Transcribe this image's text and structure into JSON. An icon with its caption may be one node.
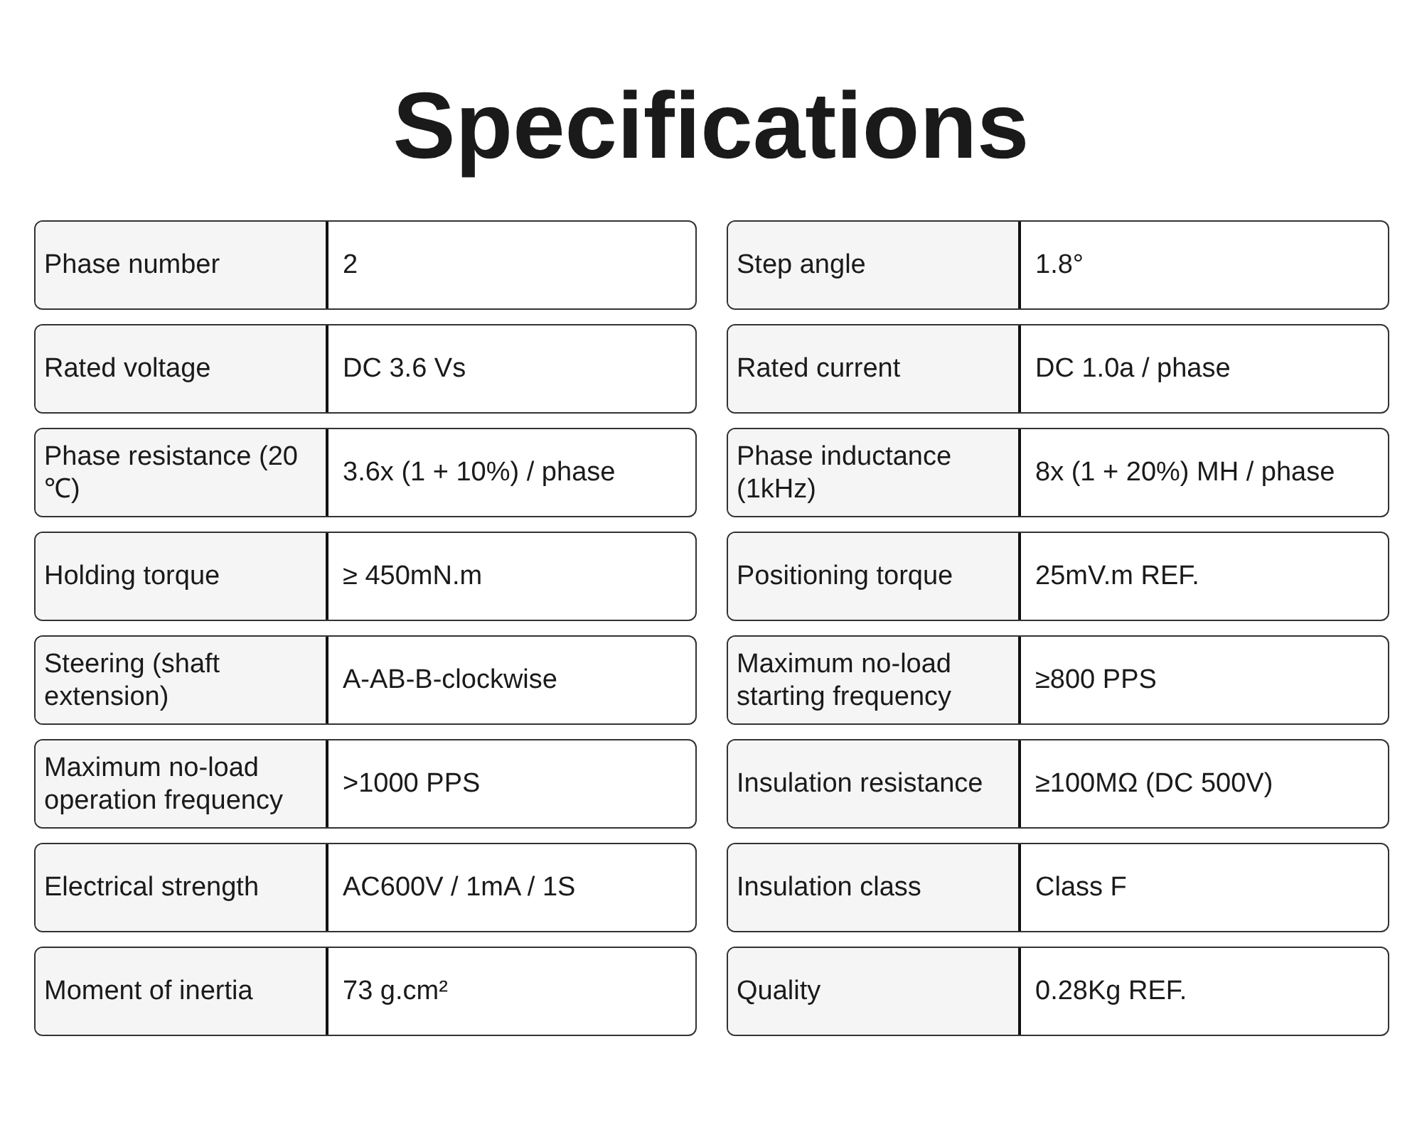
{
  "diagram": {
    "title": "Specifications",
    "labels": [
      "Phase number",
      "2",
      "Step angle",
      "1.8°",
      "Rated voltage",
      "DC 3.6 Vs",
      "Rated current",
      "DC 1.0a / phase",
      "Phase resistance (20 ℃)",
      "3.6x (1 + 10%) / phase",
      "Phase inductance (1kHz)",
      "8x (1 + 20%) MH / phase",
      "Holding torque",
      "≥ 450mN.m",
      "Positioning torque",
      "25mV.m REF.",
      "Steering (shaft extension)",
      "A-AB-B-clockwise",
      "Maximum no-load starting frequency",
      "≥800 PPS",
      "Maximum no-load operation frequency",
      ">1000 PPS",
      "Insulation resistance",
      "≥100MΩ (DC 500V)",
      "Electrical strength",
      "AC600V / 1mA / 1S",
      "Insulation class",
      "Class F",
      "Moment of inertia",
      "73 g.cm²",
      "Quality",
      "0.28Kg REF."
    ]
  }
}
